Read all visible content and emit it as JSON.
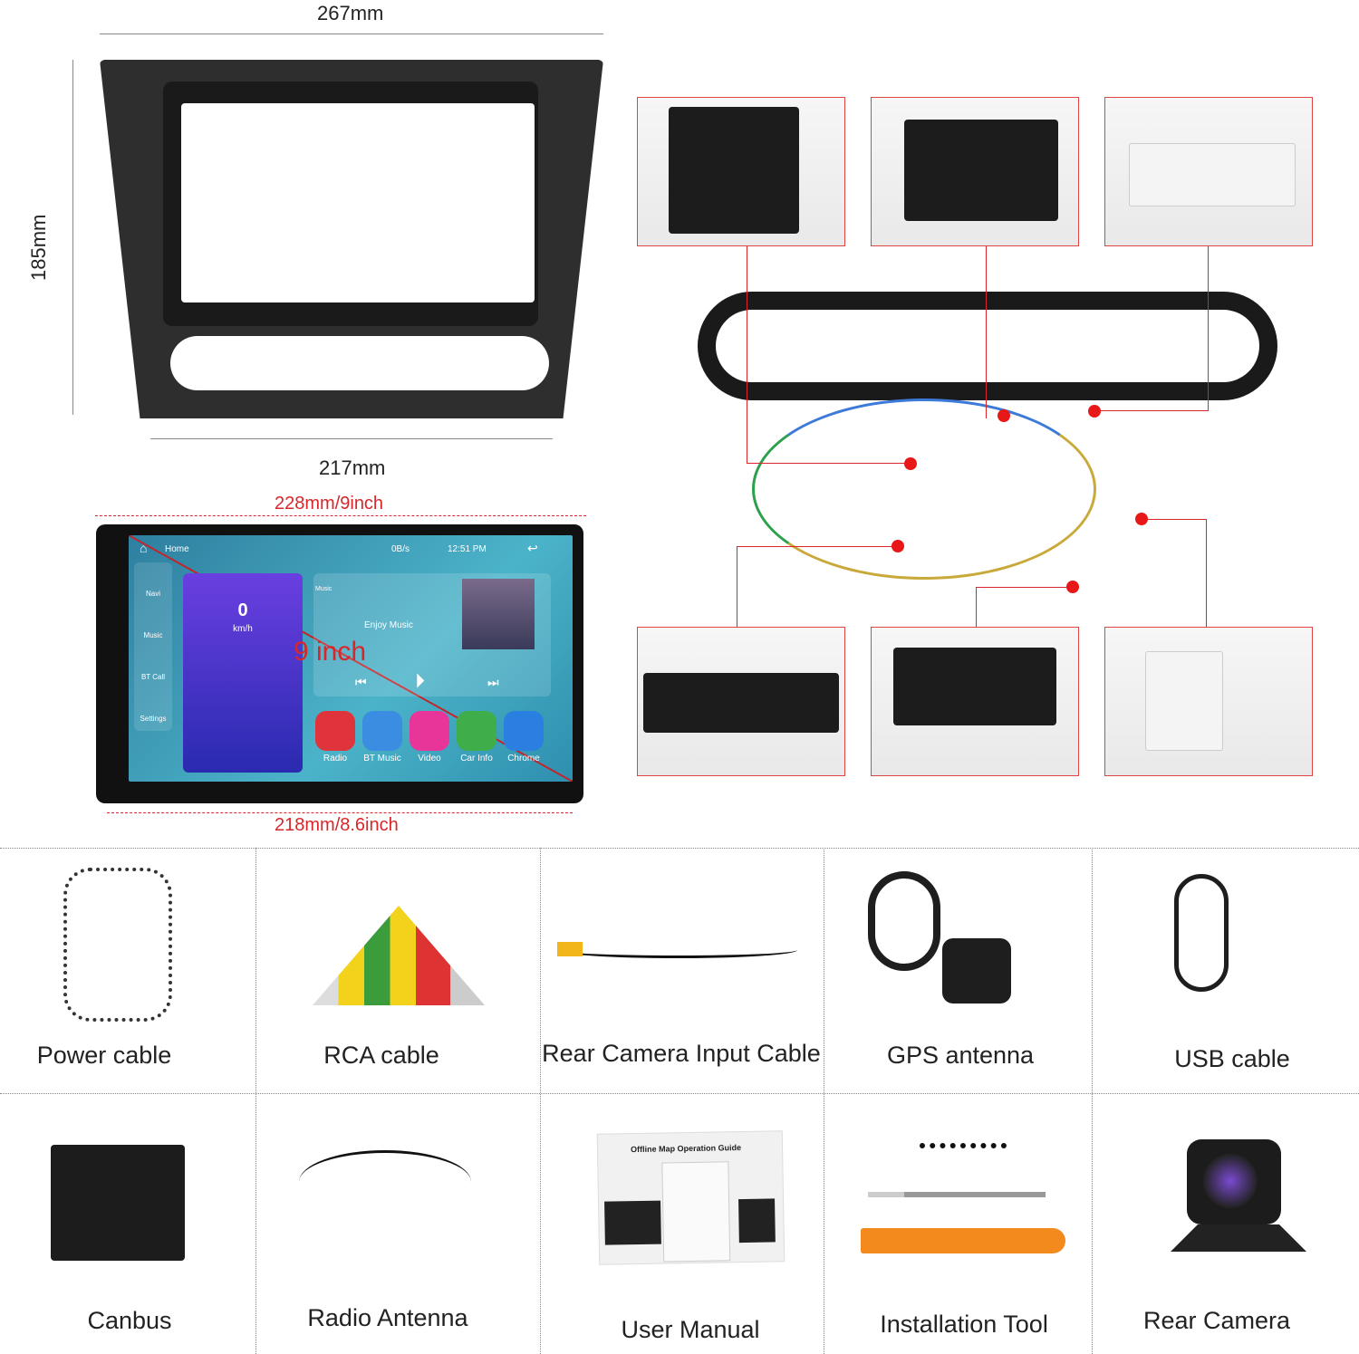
{
  "dimensions": {
    "frame_width": "267mm",
    "frame_height": "185mm",
    "frame_inner_width": "217mm",
    "screen_width": "228mm/9inch",
    "screen_inner_width": "218mm/8.6inch",
    "screen_diagonal": "9 inch"
  },
  "screen": {
    "home": "Home",
    "status": "0B/s",
    "time": "12:51 PM",
    "speed": "0",
    "speed_unit": "km/h",
    "music_title": "Music",
    "music_subtitle": "Enjoy Music",
    "side_items": [
      "Navi",
      "Music",
      "BT Call",
      "Settings"
    ],
    "apps": [
      {
        "label": "Radio",
        "color": "#e0343c"
      },
      {
        "label": "BT Music",
        "color": "#3a8de0"
      },
      {
        "label": "Video",
        "color": "#e8359a"
      },
      {
        "label": "Car Info",
        "color": "#3fae4a"
      },
      {
        "label": "Chrome",
        "color": "#2a7fe0"
      }
    ]
  },
  "accessories": [
    "Power cable",
    "RCA cable",
    "Rear Camera Input Cable",
    "GPS antenna",
    "USB cable",
    "Canbus",
    "Radio Antenna",
    "User Manual",
    "Installation Tool",
    "Rear Camera"
  ],
  "manual": {
    "title": "Offline Map Operation Guide"
  },
  "colors": {
    "accent": "#d9262b",
    "frame": "#2b2b2b"
  }
}
